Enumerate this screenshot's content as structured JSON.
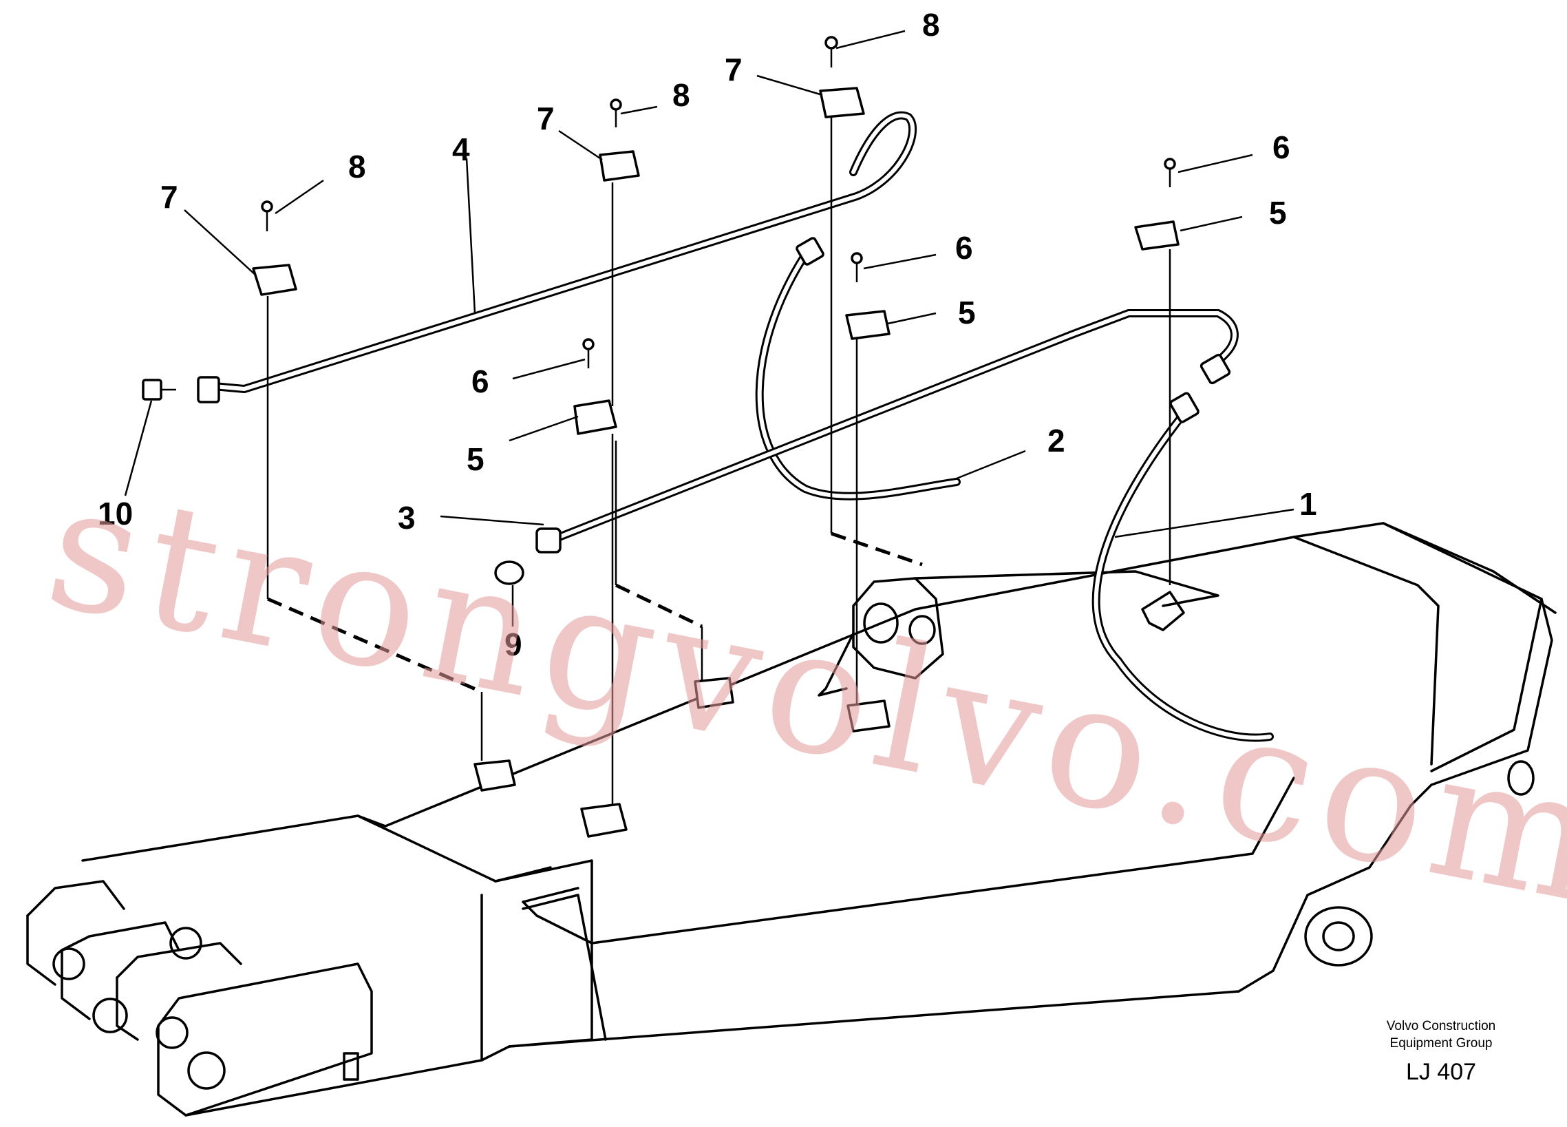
{
  "callouts": [
    {
      "id": "c1",
      "text": "1"
    },
    {
      "id": "c2",
      "text": "2"
    },
    {
      "id": "c3",
      "text": "3"
    },
    {
      "id": "c4",
      "text": "4"
    },
    {
      "id": "c5a",
      "text": "5"
    },
    {
      "id": "c5b",
      "text": "5"
    },
    {
      "id": "c5c",
      "text": "5"
    },
    {
      "id": "c6a",
      "text": "6"
    },
    {
      "id": "c6b",
      "text": "6"
    },
    {
      "id": "c6c",
      "text": "6"
    },
    {
      "id": "c7a",
      "text": "7"
    },
    {
      "id": "c7b",
      "text": "7"
    },
    {
      "id": "c7c",
      "text": "7"
    },
    {
      "id": "c8a",
      "text": "8"
    },
    {
      "id": "c8b",
      "text": "8"
    },
    {
      "id": "c8c",
      "text": "8"
    },
    {
      "id": "c9",
      "text": "9"
    },
    {
      "id": "c10",
      "text": "10"
    }
  ],
  "watermark": "strongvolvo.com",
  "credit": {
    "line1": "Volvo Construction",
    "line2": "Equipment Group",
    "code": "LJ 407"
  }
}
